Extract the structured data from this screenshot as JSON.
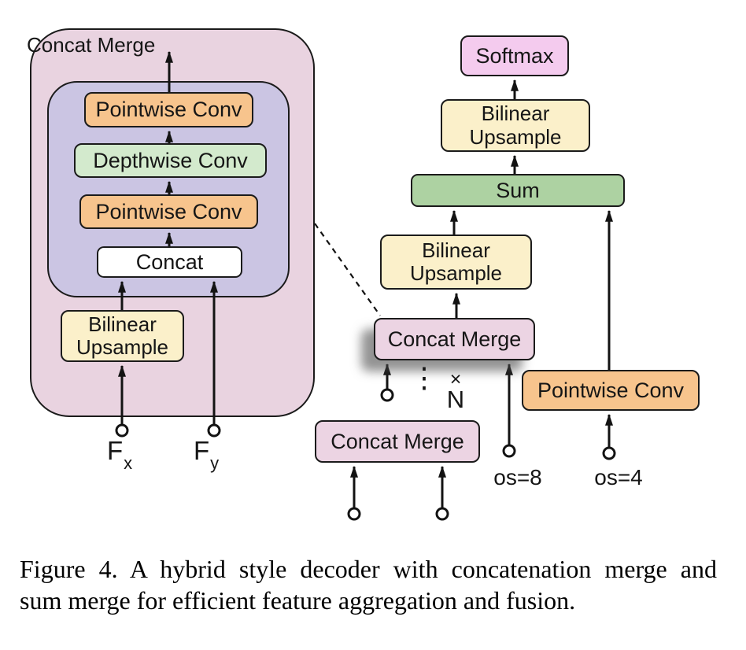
{
  "colors": {
    "panel_pink": "#E9D3E0",
    "panel_purple": "#CBC5E3",
    "orange": "#F7C48D",
    "green_light": "#D3EACD",
    "green_sum": "#ADD2A2",
    "yellow": "#FBF0CA",
    "pink_softmax": "#F4CBEE",
    "pink_merge": "#ECD4E3",
    "white": "#FFFFFF",
    "line": "#131313"
  },
  "left_panel": {
    "title": "Concat Merge",
    "pointwise_top": "Pointwise Conv",
    "depthwise": "Depthwise Conv",
    "pointwise_bottom": "Pointwise Conv",
    "concat": "Concat",
    "bilinear_upsample": "Bilinear Upsample",
    "input_x_main": "F",
    "input_x_sub": "x",
    "input_y_main": "F",
    "input_y_sub": "y"
  },
  "right_panel": {
    "softmax": "Softmax",
    "bilinear_upsample_top": "Bilinear Upsample",
    "sum": "Sum",
    "bilinear_upsample_mid": "Bilinear Upsample",
    "concat_merge": "Concat Merge",
    "concat_merge_lower": "Concat Merge",
    "pointwise_conv": "Pointwise Conv",
    "vdots": "⋮",
    "times_symbol": "×",
    "repeat_count": "N",
    "os8_label": "os=8",
    "os4_label": "os=4"
  },
  "caption": {
    "line1": "Figure 4.  A hybrid style decoder with concatenation merge and",
    "line2": "sum merge for efficient feature aggregation and fusion."
  }
}
